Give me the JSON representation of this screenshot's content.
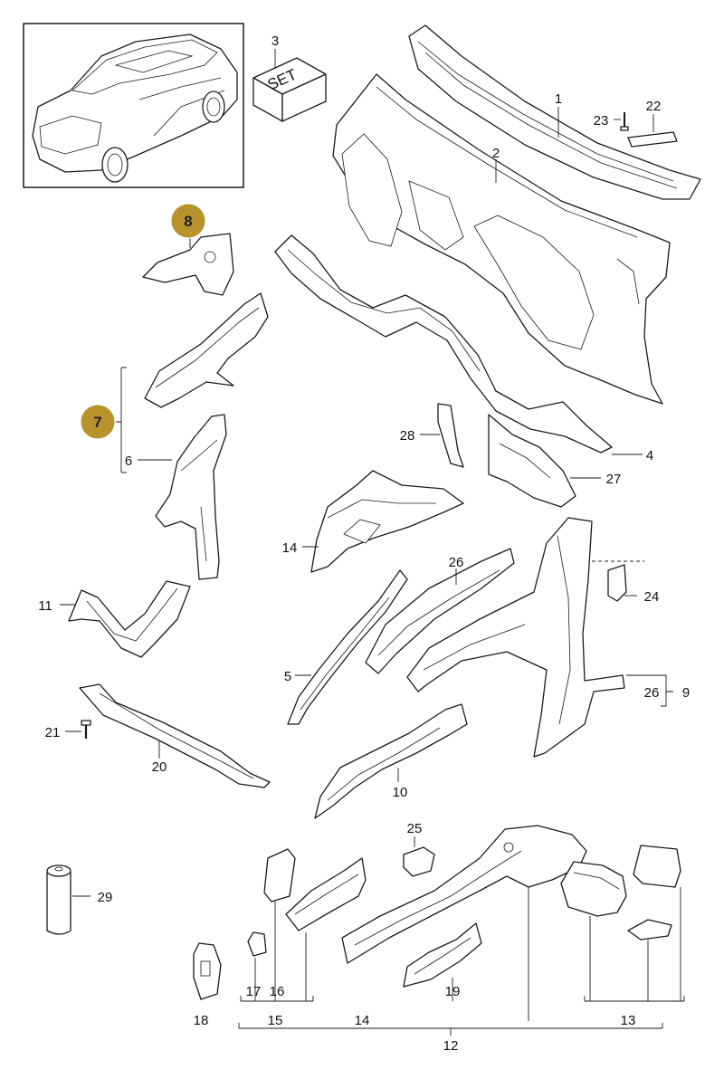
{
  "badge_color": "#b8922a",
  "badges": {
    "b7": "7",
    "b8": "8"
  },
  "set_box": "SET",
  "labels": {
    "l1": "1",
    "l2": "2",
    "l3": "3",
    "l4": "4",
    "l5": "5",
    "l6": "6",
    "l9": "9",
    "l10": "10",
    "l11": "11",
    "l12": "12",
    "l13": "13",
    "l14a": "14",
    "l14b": "14",
    "l15": "15",
    "l16": "16",
    "l17": "17",
    "l18": "18",
    "l19": "19",
    "l20": "20",
    "l21": "21",
    "l22": "22",
    "l23": "23",
    "l24": "24",
    "l25": "25",
    "l26a": "26",
    "l26b": "26",
    "l27": "27",
    "l28": "28",
    "l29": "29"
  }
}
